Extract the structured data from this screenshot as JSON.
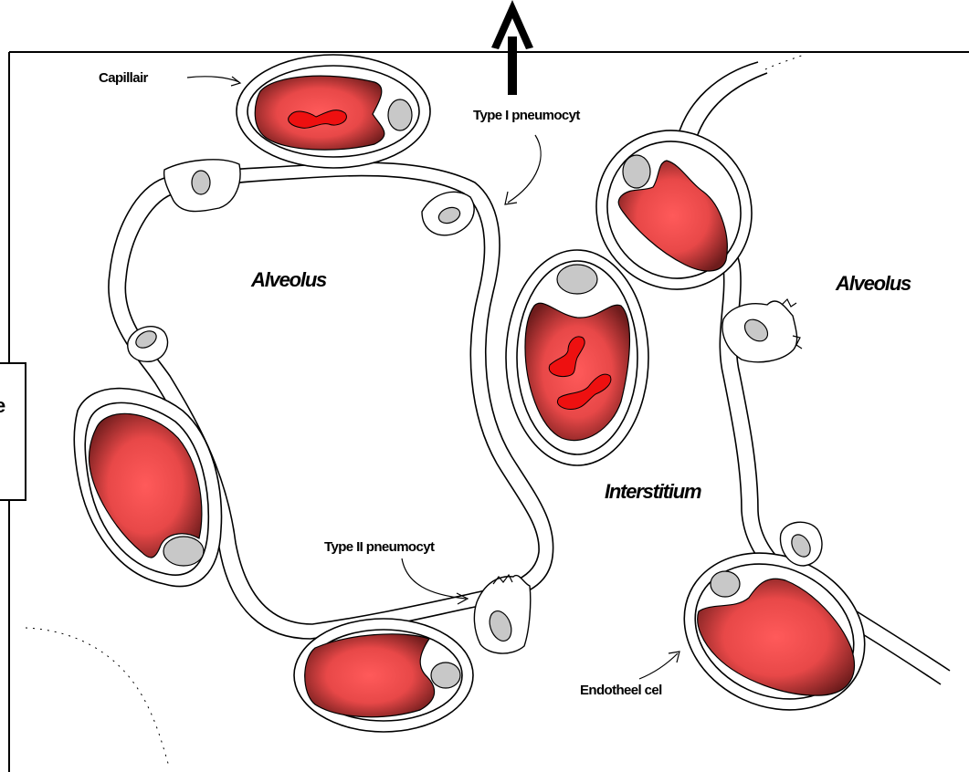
{
  "labels": {
    "capillary": "Capillair",
    "type1": "Type I pneumocyt",
    "type2": "Type II pneumocyt",
    "alveolus_left": "Alveolus",
    "alveolus_right": "Alveolus",
    "interstitium": "Interstitium",
    "endothelial": "Endotheel cel",
    "side_fragment": "e"
  },
  "colors": {
    "blood_center": "#ff5a5a",
    "blood_edge": "#6e1c1c",
    "nucleus": "#c8c8c8",
    "platelet": "#ee1010"
  }
}
